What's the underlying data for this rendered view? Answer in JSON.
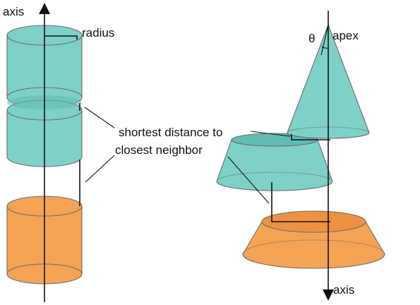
{
  "labels": {
    "axis_left": "axis",
    "radius": "radius",
    "theta": "θ",
    "apex": "apex",
    "shortest_line1": "shortest distance to",
    "shortest_line2": "closest neighbor",
    "axis_right": "axis"
  },
  "colors": {
    "teal": "#7ed1c7",
    "teal_edge": "#5fbdb2",
    "orange": "#f4a454",
    "orange_edge": "#ec9240",
    "line": "#111111",
    "outline": "#6b6b6b"
  }
}
